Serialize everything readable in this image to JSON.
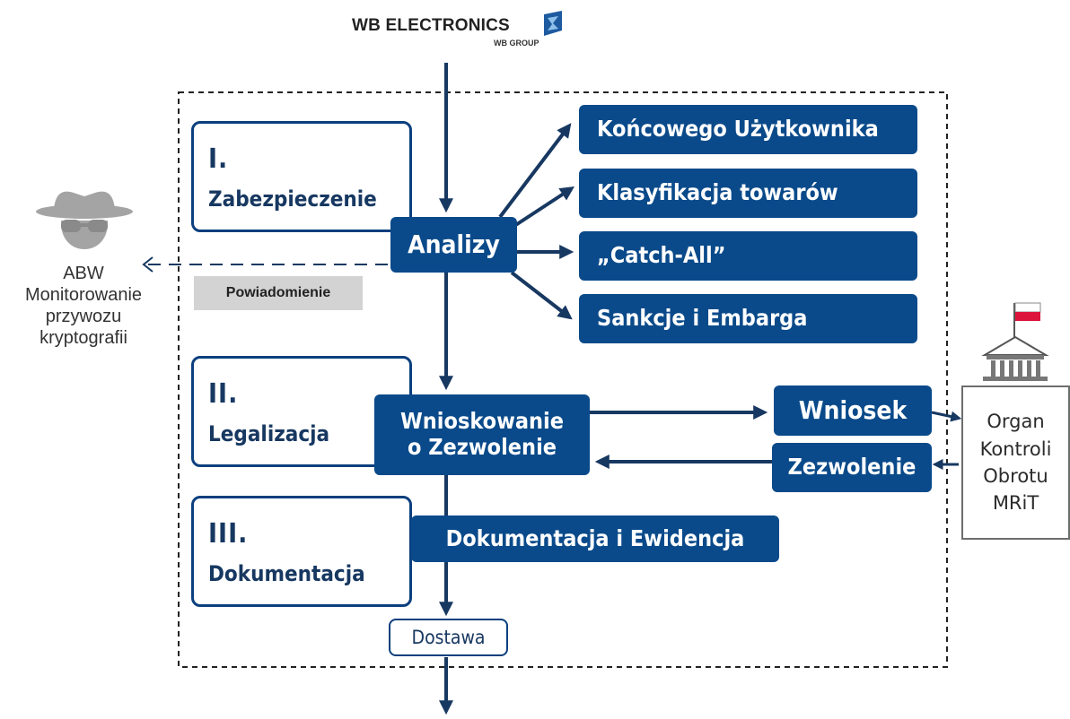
{
  "logo": {
    "brand": "WB ELECTRONICS",
    "group": "WB GROUP"
  },
  "stages": [
    {
      "number": "I.",
      "name": "Zabezpieczenie"
    },
    {
      "number": "II.",
      "name": "Legalizacja"
    },
    {
      "number": "III.",
      "name": "Dokumentacja"
    }
  ],
  "center": {
    "analizy": "Analizy",
    "wnioskowanie_line1": "Wnioskowanie",
    "wnioskowanie_line2": "o Zezwolenie",
    "dokumentacja": "Dokumentacja i Ewidencja",
    "dostawa": "Dostawa"
  },
  "analyses": [
    "Końcowego Użytkownika",
    "Klasyfikacja towarów",
    "„Catch-All”",
    "Sankcje i Embarga"
  ],
  "permit": {
    "wniosek": "Wniosek",
    "zezwolenie": "Zezwolenie"
  },
  "authority": {
    "lines": [
      "Organ",
      "Kontroli",
      "Obrotu",
      "MRiT"
    ]
  },
  "abw": {
    "lines": [
      "ABW",
      "Monitorowanie",
      "przywozu",
      "kryptografii"
    ],
    "note": "Powiadomienie"
  },
  "colors": {
    "primary": "#0a4a8a",
    "dark_navy": "#173861",
    "flag_red": "#dc143c"
  },
  "icons": [
    "spy-icon",
    "government-building-icon",
    "poland-flag-icon",
    "wb-logo-icon"
  ]
}
